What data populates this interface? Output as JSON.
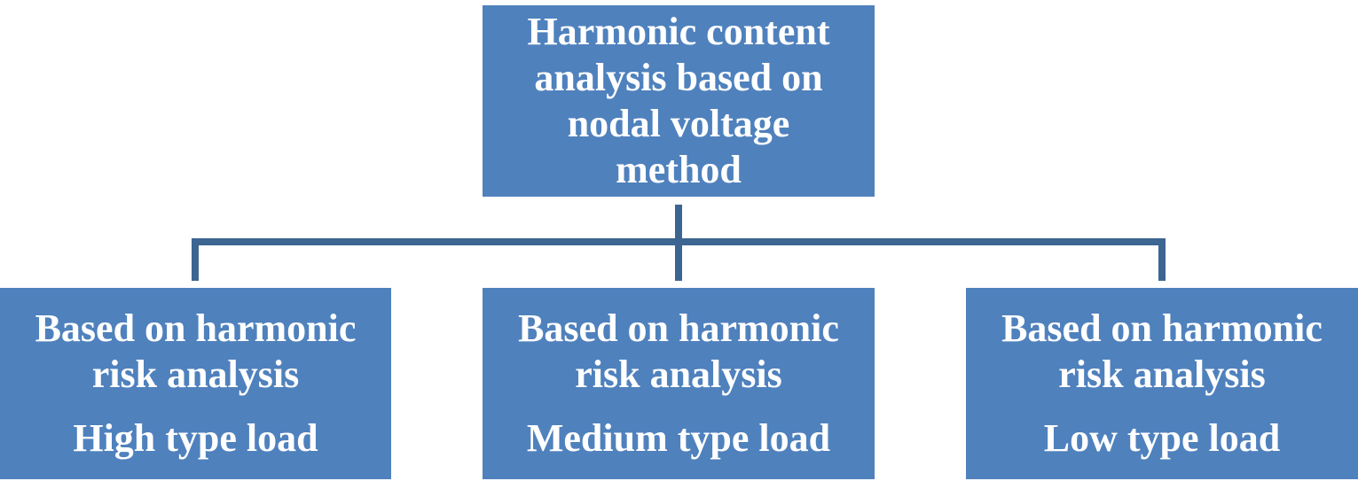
{
  "root": {
    "lines": [
      "Harmonic content",
      "analysis based on",
      "nodal voltage",
      "method"
    ]
  },
  "children": [
    {
      "lines": [
        "Based on harmonic",
        "risk analysis"
      ],
      "load": "High type load"
    },
    {
      "lines": [
        "Based on harmonic",
        "risk analysis"
      ],
      "load": "Medium type load"
    },
    {
      "lines": [
        "Based on harmonic",
        "risk analysis"
      ],
      "load": "Low type load"
    }
  ],
  "colors": {
    "box_fill": "#4f81bd",
    "connector": "#3c6592",
    "text": "#ffffff"
  }
}
